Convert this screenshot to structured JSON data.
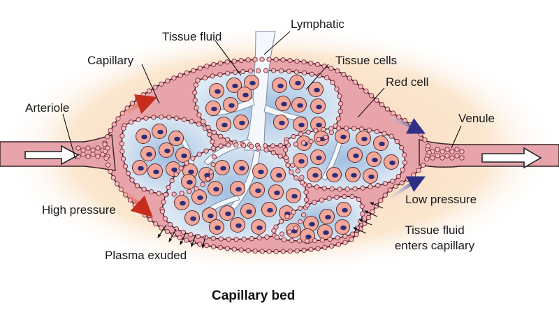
{
  "labels": {
    "lymphatic": "Lymphatic",
    "tissue_fluid": "Tissue fluid",
    "capillary": "Capillary",
    "tissue_cells": "Tissue cells",
    "red_cell": "Red cell",
    "arteriole": "Arteriole",
    "venule": "Venule",
    "high_pressure": "High pressure",
    "low_pressure": "Low pressure",
    "tissue_fluid_enters_line1": "Tissue fluid",
    "tissue_fluid_enters_line2": "enters capillary",
    "plasma_exuded": "Plasma exuded"
  },
  "caption": "Capillary bed",
  "colors": {
    "halo": "#fbe6cf",
    "tissue_fluid": "#c9dcef",
    "vessel": "#e7a5ab",
    "vessel_outline": "#3c2328",
    "red_cell": "#f3b8bd",
    "tissue_cell": "#f2a79b",
    "nucleus": "#2e2e78",
    "lymphatic": "#f4f8fc",
    "high_pressure_arrow": "#d63a26",
    "low_pressure_arrow": "#3b3b8e"
  }
}
